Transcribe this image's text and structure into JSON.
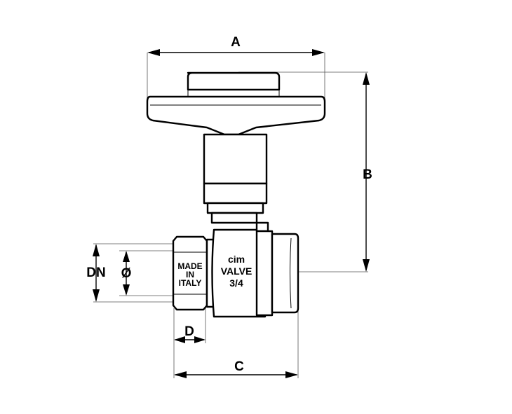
{
  "dimensions": {
    "a": "A",
    "b": "B",
    "c": "C",
    "d": "D",
    "dn": "DN",
    "diameter": "Ø"
  },
  "valve_markings": {
    "brand": "cim",
    "valve": "VALVE",
    "size": "3/4",
    "origin_line1": "MADE",
    "origin_line2": "IN",
    "origin_line3": "ITALY"
  }
}
